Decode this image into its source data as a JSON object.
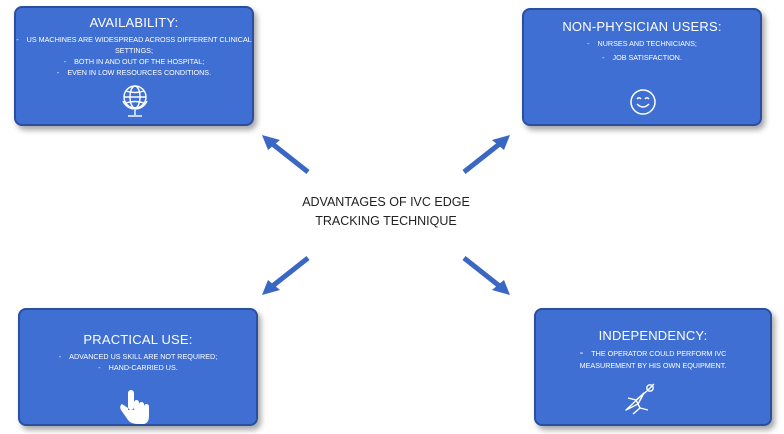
{
  "center": {
    "line1": "ADVANTAGES OF IVC EDGE",
    "line2": "TRACKING TECHNIQUE"
  },
  "boxes": {
    "availability": {
      "title": "AVAILABILITY:",
      "items": [
        "US MACHINES ARE WIDESPREAD ACROSS DIFFERENT CLINICAL SETTINGS;",
        "BOTH IN AND OUT OF THE HOSPITAL;",
        "EVEN IN LOW RESOURCES CONDITIONS."
      ],
      "icon": "globe-icon"
    },
    "non_physician": {
      "title": "NON-PHYSICIAN USERS:",
      "items": [
        "NURSES AND TECHNICIANS;",
        "JOB SATISFACTION."
      ],
      "icon": "smiley-icon"
    },
    "practical": {
      "title": "PRACTICAL USE:",
      "items": [
        "ADVANCED US SKILL ARE NOT REQUIRED;",
        "HAND-CARRIED US."
      ],
      "icon": "pointing-hand-icon"
    },
    "independency": {
      "title": "INDEPENDENCY:",
      "items": [
        "THE OPERATOR COULD PERFORM IVC MEASUREMENT BY HIS OWN EQUIPMENT."
      ],
      "icon": "superhero-icon"
    }
  },
  "colors": {
    "box_fill": "#3f6fd3",
    "box_border": "#2b4f9e",
    "arrow": "#3a67c4",
    "text": "#ffffff"
  }
}
